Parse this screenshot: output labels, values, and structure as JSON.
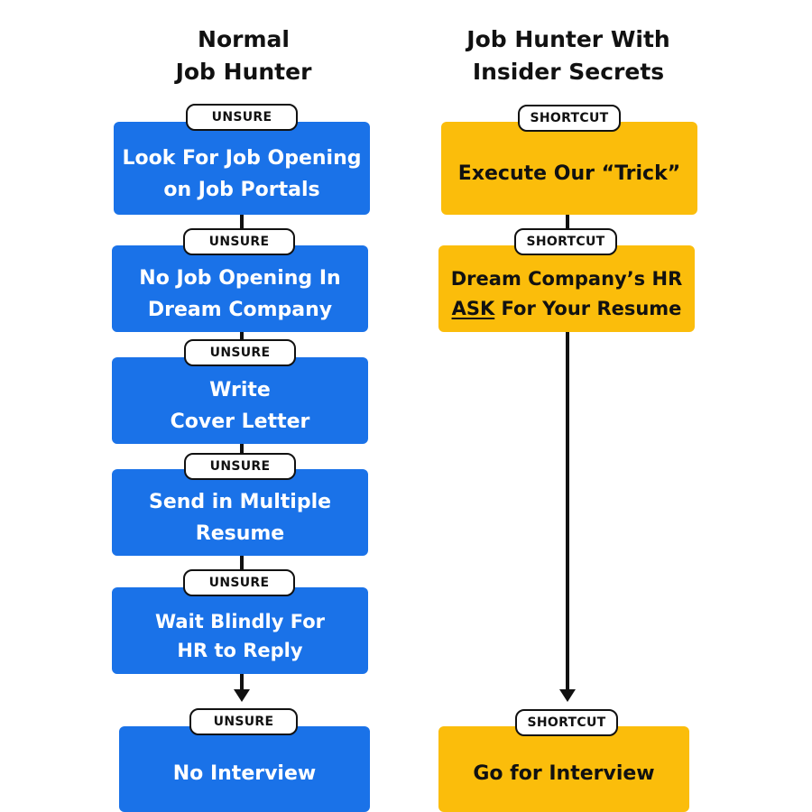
{
  "left": {
    "title_line1": "Normal",
    "title_line2": "Job Hunter",
    "badge_label": "UNSURE",
    "steps": [
      {
        "line1": "Look For Job Opening",
        "line2": "on Job Portals"
      },
      {
        "line1": "No Job Opening In",
        "line2": "Dream Company"
      },
      {
        "line1": "Write",
        "line2": "Cover Letter"
      },
      {
        "line1": "Send in Multiple",
        "line2": "Resume"
      },
      {
        "line1": "Wait Blindly For",
        "line2": "HR to Reply"
      },
      {
        "line1": "No Interview"
      }
    ]
  },
  "right": {
    "title_line1": "Job Hunter With",
    "title_line2": "Insider Secrets",
    "badge_label": "SHORTCUT",
    "steps": [
      {
        "line1": "Execute Our “Trick”"
      },
      {
        "line1": "Dream Company’s HR",
        "line2_emph": "ASK",
        "line2_rest": " For Your Resume"
      },
      {
        "line1": "Go for Interview"
      }
    ]
  },
  "colors": {
    "blue_box": "#1a72e8",
    "gold_box": "#fbbd0b",
    "connector": "#111111",
    "badge_border": "#111111"
  }
}
